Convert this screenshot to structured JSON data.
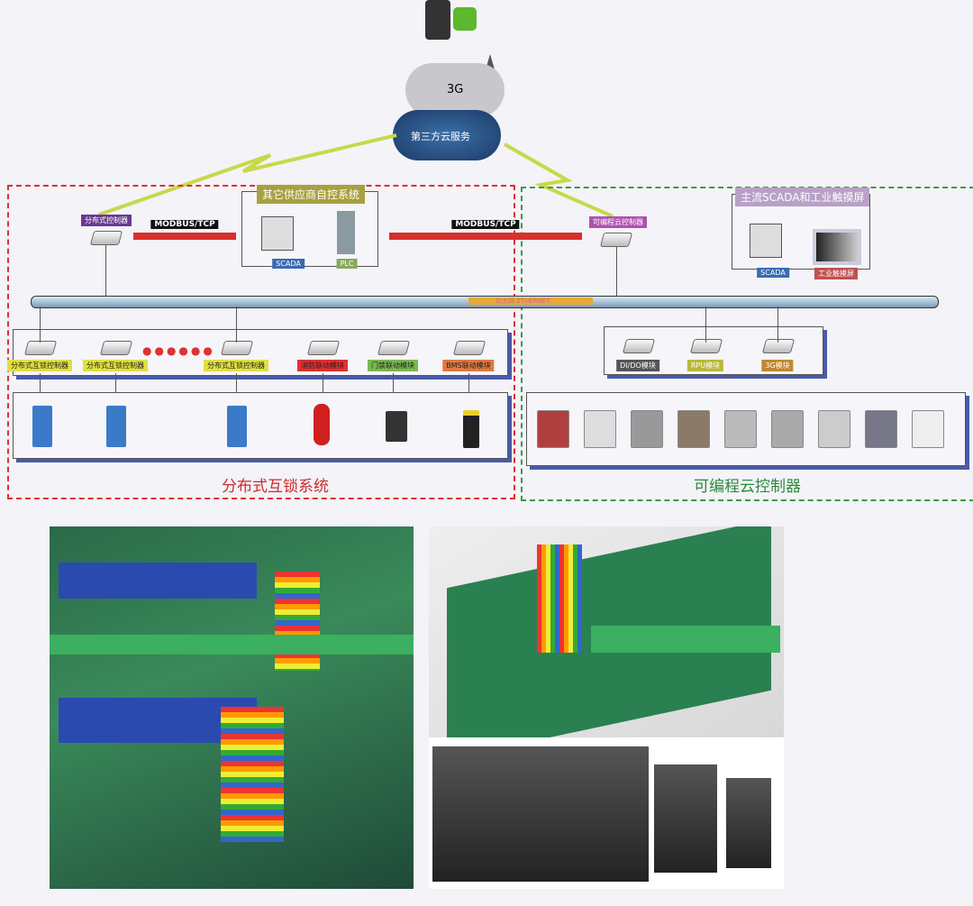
{
  "cloud": {
    "network": "3G",
    "service": "第三方云服务"
  },
  "left_gateway": "分布式控制器",
  "right_gateway": "可编程云控制器",
  "protocol_left": "MODBUS/TCP",
  "protocol_right": "MODBUS/TCP",
  "vendor_system": {
    "title": "其它供应商自控系统",
    "scada": "SCADA",
    "plc": "PLC"
  },
  "mainstream": {
    "title": "主流SCADA和工业触摸屏",
    "scada": "SCADA",
    "hmi": "工业触摸屏"
  },
  "bus_label": "以太网 ETHERNET",
  "left_modules": [
    {
      "label": "分布式互锁控制器",
      "color": "#e0e040"
    },
    {
      "label": "分布式互锁控制器",
      "color": "#e0e040"
    },
    {
      "label": "分布式互锁控制器",
      "color": "#e0e040"
    },
    {
      "label": "消防联动模块",
      "color": "#e03030"
    },
    {
      "label": "门禁联动模块",
      "color": "#7ab850"
    },
    {
      "label": "BMS联动模块",
      "color": "#e07840"
    }
  ],
  "right_modules": [
    {
      "label": "DI/DO模块",
      "color": "#555555"
    },
    {
      "label": "RPU模块",
      "color": "#b8b840"
    },
    {
      "label": "3G模块",
      "color": "#c08830"
    }
  ],
  "left_system_title": "分布式互锁系统",
  "right_system_title": "可编程云控制器"
}
